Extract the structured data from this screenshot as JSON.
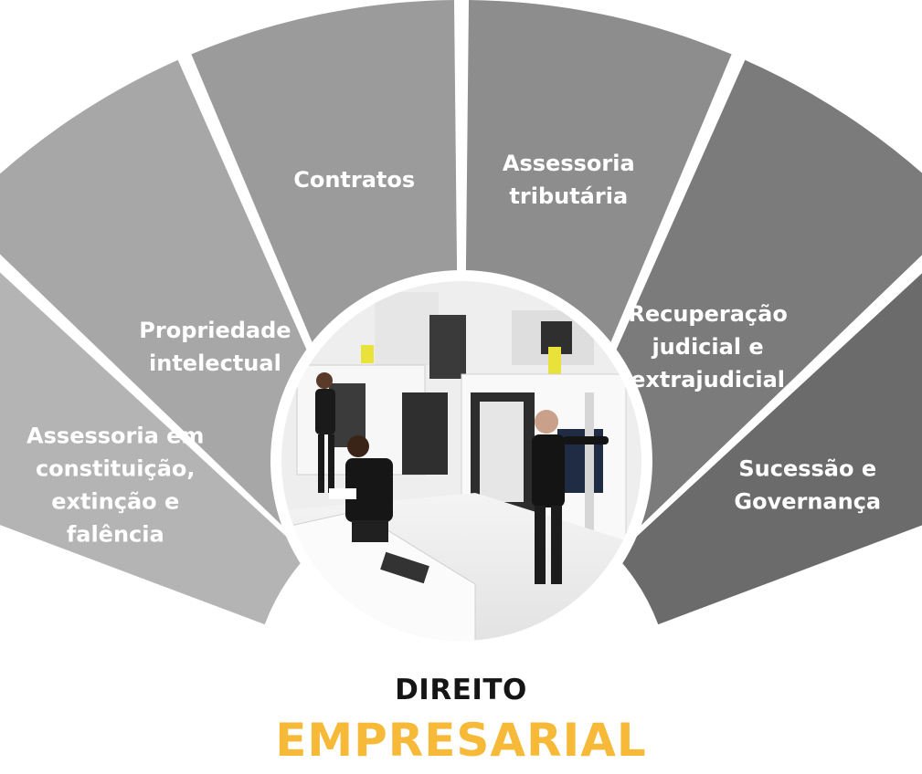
{
  "diagram": {
    "segments": [
      {
        "lines": [
          "Assessoria em",
          "constituição,",
          "extinção e",
          "falência"
        ],
        "color": "#b4b4b4"
      },
      {
        "lines": [
          "Propriedade",
          "intelectual"
        ],
        "color": "#a7a7a7"
      },
      {
        "lines": [
          "Contratos"
        ],
        "color": "#9b9b9b"
      },
      {
        "lines": [
          "Assessoria",
          "tributária"
        ],
        "color": "#8d8d8d"
      },
      {
        "lines": [
          "Recuperação",
          "judicial e",
          "extrajudicial"
        ],
        "color": "#7b7b7b"
      },
      {
        "lines": [
          "Sucessão e",
          "Governança"
        ],
        "color": "#6b6b6b"
      }
    ],
    "center_image": "photo-industrial-workshop",
    "title_line1": "DIREITO",
    "title_line2": "EMPRESARIAL",
    "accent_color": "#f6b938"
  }
}
